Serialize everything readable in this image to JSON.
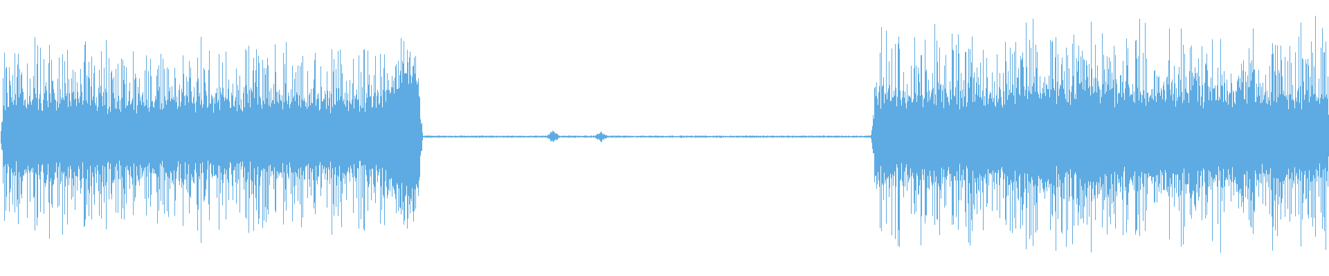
{
  "waveform": {
    "color": "#5dabe2",
    "background": "#ffffff",
    "description_free": true,
    "segments": [
      {
        "kind": "audio",
        "from": 0.0,
        "to": 0.318,
        "peak": 0.34,
        "body": 0.16,
        "swell_end": 0.55
      },
      {
        "kind": "silence",
        "from": 0.318,
        "to": 0.655,
        "peak": 0.004
      },
      {
        "kind": "blip",
        "at": 0.416,
        "peak": 0.025
      },
      {
        "kind": "blip",
        "at": 0.452,
        "peak": 0.02
      },
      {
        "kind": "audio",
        "from": 0.655,
        "to": 1.0,
        "peak": 0.4,
        "body": 0.18
      }
    ]
  }
}
